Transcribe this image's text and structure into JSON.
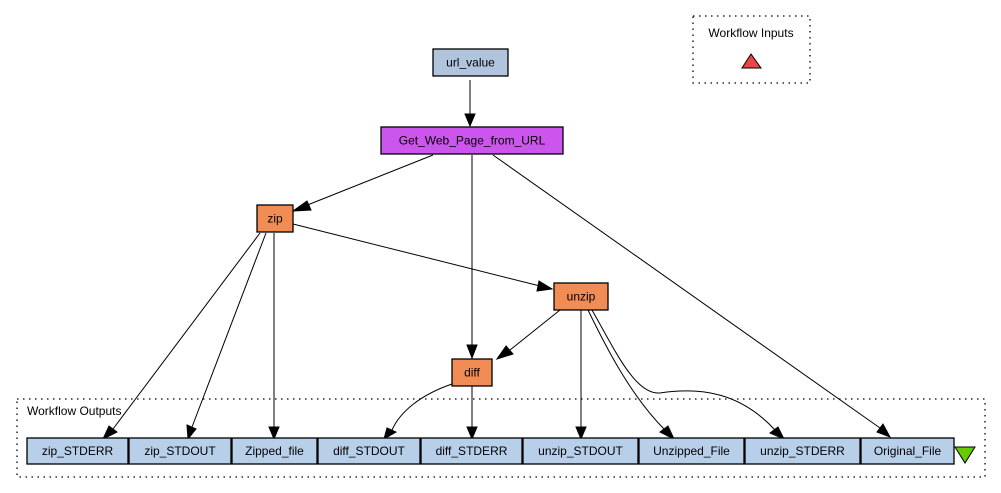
{
  "workflow_inputs": {
    "label": "Workflow Inputs",
    "marker_color": "#ee4444",
    "marker_icon": "triangle-up-icon"
  },
  "workflow_outputs": {
    "label": "Workflow Outputs",
    "marker_color": "#66cc00",
    "marker_icon": "triangle-down-icon"
  },
  "colors": {
    "input_port": "#b0c4de",
    "service": "#cc55ee",
    "beanshell": "#f28c55",
    "output_port": "#b8cfea",
    "stroke": "#000000"
  },
  "nodes": {
    "url_value": {
      "label": "url_value",
      "type": "input_port"
    },
    "get_web_page": {
      "label": "Get_Web_Page_from_URL",
      "type": "service"
    },
    "zip": {
      "label": "zip",
      "type": "beanshell"
    },
    "unzip": {
      "label": "unzip",
      "type": "beanshell"
    },
    "diff": {
      "label": "diff",
      "type": "beanshell"
    }
  },
  "outputs": [
    {
      "id": "zip_STDERR",
      "label": "zip_STDERR"
    },
    {
      "id": "zip_STDOUT",
      "label": "zip_STDOUT"
    },
    {
      "id": "Zipped_file",
      "label": "Zipped_file"
    },
    {
      "id": "diff_STDOUT",
      "label": "diff_STDOUT"
    },
    {
      "id": "diff_STDERR",
      "label": "diff_STDERR"
    },
    {
      "id": "unzip_STDOUT",
      "label": "unzip_STDOUT"
    },
    {
      "id": "Unzipped_File",
      "label": "Unzipped_File"
    },
    {
      "id": "unzip_STDERR",
      "label": "unzip_STDERR"
    },
    {
      "id": "Original_File",
      "label": "Original_File"
    }
  ],
  "edges": [
    {
      "from": "url_value",
      "to": "get_web_page"
    },
    {
      "from": "get_web_page",
      "to": "zip"
    },
    {
      "from": "get_web_page",
      "to": "diff"
    },
    {
      "from": "get_web_page",
      "to": "Original_File"
    },
    {
      "from": "zip",
      "to": "unzip"
    },
    {
      "from": "zip",
      "to": "zip_STDERR"
    },
    {
      "from": "zip",
      "to": "zip_STDOUT"
    },
    {
      "from": "zip",
      "to": "Zipped_file"
    },
    {
      "from": "unzip",
      "to": "diff"
    },
    {
      "from": "unzip",
      "to": "unzip_STDOUT"
    },
    {
      "from": "unzip",
      "to": "Unzipped_File"
    },
    {
      "from": "unzip",
      "to": "unzip_STDERR"
    },
    {
      "from": "diff",
      "to": "diff_STDOUT"
    },
    {
      "from": "diff",
      "to": "diff_STDERR"
    }
  ]
}
